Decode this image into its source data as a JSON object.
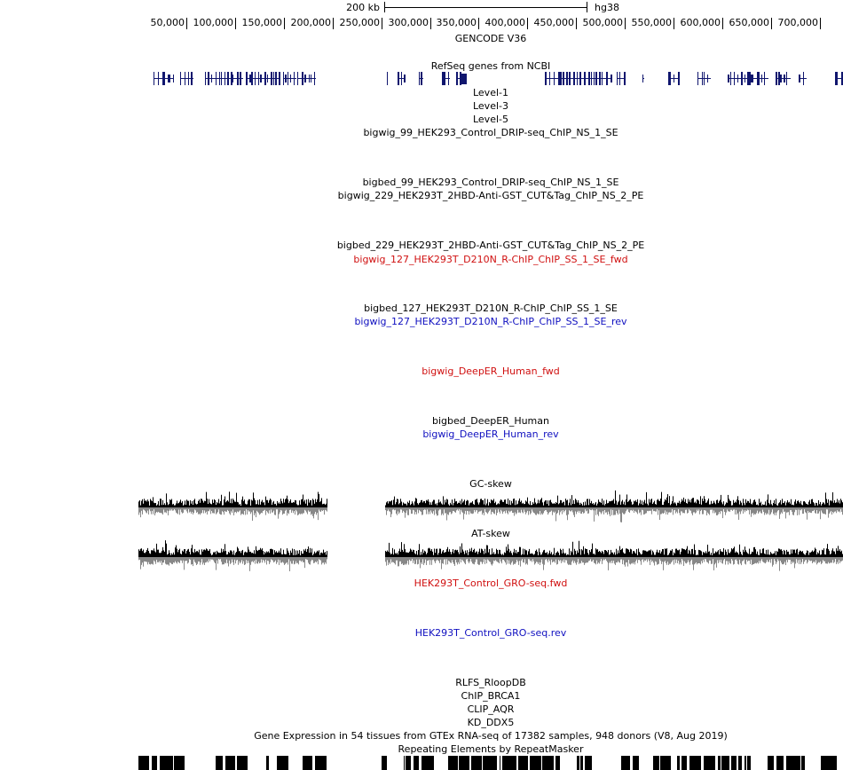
{
  "scale": {
    "bar_label": "200 kb",
    "assembly": "hg38",
    "ticks": [
      "50,000",
      "100,000",
      "150,000",
      "200,000",
      "250,000",
      "300,000",
      "350,000",
      "400,000",
      "450,000",
      "500,000",
      "550,000",
      "600,000",
      "650,000",
      "700,000"
    ]
  },
  "tracks": {
    "gencode": "GENCODE V36",
    "refseq": "RefSeq genes from NCBI",
    "level1": "Level-1",
    "level3": "Level-3",
    "level5": "Level-5",
    "drip_bigwig": "bigwig_99_HEK293_Control_DRIP-seq_ChIP_NS_1_SE",
    "drip_bigbed": "bigbed_99_HEK293_Control_DRIP-seq_ChIP_NS_1_SE",
    "cut_bigwig": "bigwig_229_HEK293T_2HBD-Anti-GST_CUT&Tag_ChIP_NS_2_PE",
    "cut_bigbed": "bigbed_229_HEK293T_2HBD-Anti-GST_CUT&Tag_ChIP_NS_2_PE",
    "rchip_fwd": "bigwig_127_HEK293T_D210N_R-ChIP_ChIP_SS_1_SE_fwd",
    "rchip_bigbed": "bigbed_127_HEK293T_D210N_R-ChIP_ChIP_SS_1_SE",
    "rchip_rev": "bigwig_127_HEK293T_D210N_R-ChIP_ChIP_SS_1_SE_rev",
    "deeper_fwd": "bigwig_DeepER_Human_fwd",
    "deeper_bigbed": "bigbed_DeepER_Human",
    "deeper_rev": "bigwig_DeepER_Human_rev",
    "gc_skew": "GC-skew",
    "at_skew": "AT-skew",
    "gro_fwd": "HEK293T_Control_GRO-seq.fwd",
    "gro_rev": "HEK293T_Control_GRO-seq.rev",
    "rlfs": "RLFS_RloopDB",
    "brca1": "ChIP_BRCA1",
    "aqr": "CLIP_AQR",
    "ddx5": "KD_DDX5",
    "gtex": "Gene Expression in 54 tissues from GTEx RNA-seq of 17382 samples, 948 donors (V8, Aug 2019)",
    "repeats": "Repeating Elements by RepeatMasker"
  },
  "colors": {
    "gene": "#10166e",
    "fwd": "#d01010",
    "rev": "#1010c0",
    "skew_pos": "#000000",
    "skew_neg": "#888888"
  }
}
